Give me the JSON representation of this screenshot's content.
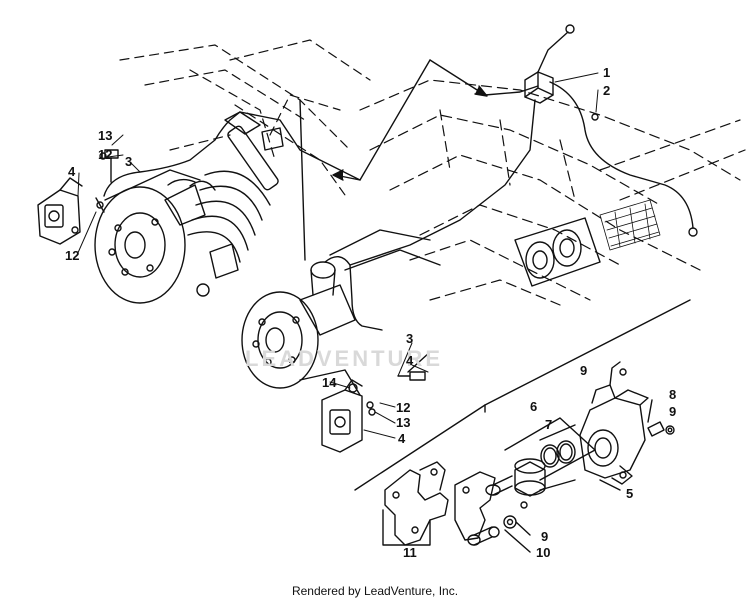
{
  "watermark": "LEADVENTURE",
  "footer": "Rendered by LeadVenture, Inc.",
  "callouts": {
    "c1": "1",
    "c2": "2",
    "c3a": "3",
    "c3b": "3",
    "c4a": "4",
    "c4b": "4",
    "c4c": "4",
    "c5": "5",
    "c6": "6",
    "c7": "7",
    "c8": "8",
    "c9a": "9",
    "c9b": "9",
    "c9c": "9",
    "c10": "10",
    "c11": "11",
    "c12a": "12",
    "c12b": "12",
    "c12c": "12",
    "c13a": "13",
    "c13b": "13",
    "c14": "14"
  }
}
